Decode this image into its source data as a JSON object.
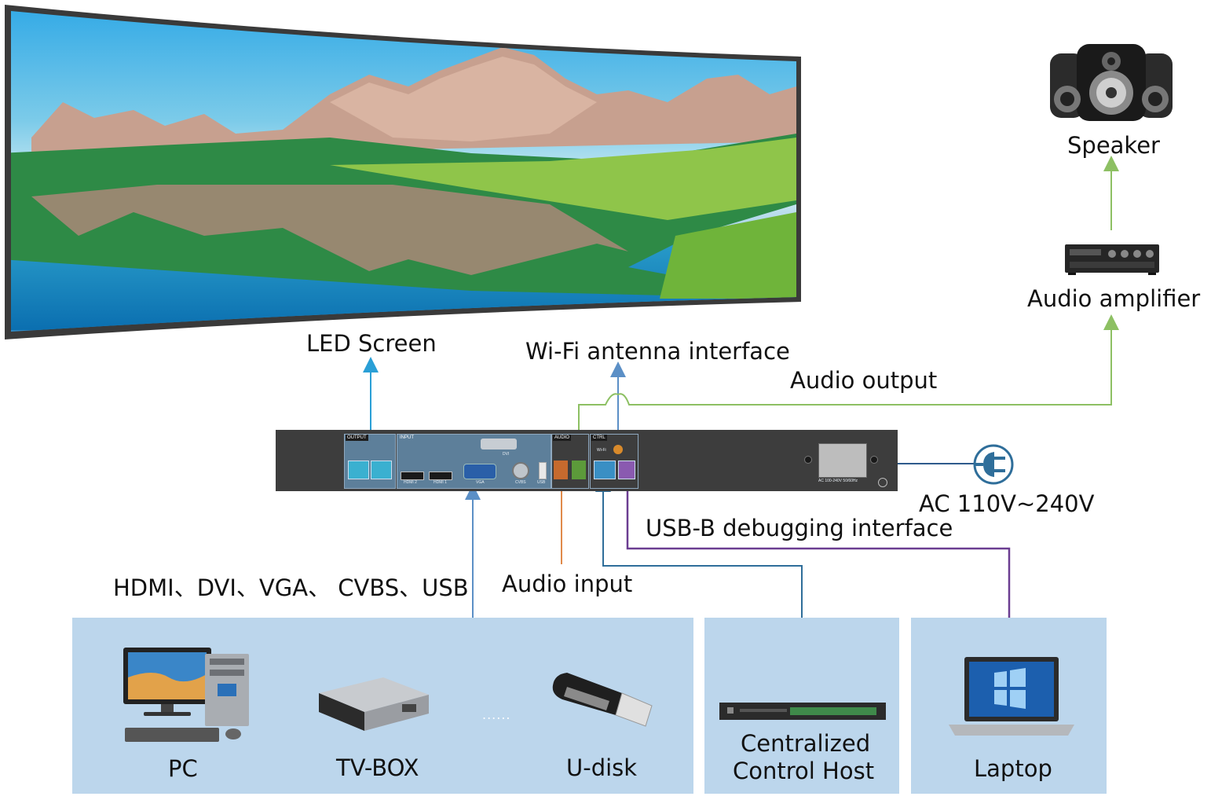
{
  "labels": {
    "led_screen": "LED Screen",
    "wifi_antenna": "Wi-Fi antenna interface",
    "audio_output": "Audio output",
    "speaker": "Speaker",
    "audio_amplifier": "Audio amplifier",
    "ac_power": "AC 110V~240V",
    "usb_b_debug": "USB-B debugging interface",
    "video_inputs": "HDMI、DVI、VGA、 CVBS、USB",
    "audio_input": "Audio input"
  },
  "devices": {
    "pc": "PC",
    "tv_box": "TV-BOX",
    "ellipsis": "......",
    "u_disk": "U-disk",
    "control_host_line1": "Centralized",
    "control_host_line2": "Control Host",
    "laptop": "Laptop"
  },
  "panel_tags": {
    "output": "OUTPUT",
    "input": "INPUT",
    "audio": "AUDIO",
    "ctrl": "CTRL",
    "dvi": "DVI",
    "hdmi2": "HDMI 2",
    "hdmi1": "HDMI 1",
    "vga": "VGA",
    "cvbs": "CVBS",
    "usb": "USB",
    "wifi": "Wi-Fi",
    "power_rating": "AC 100-240V 50/60Hz"
  },
  "colors": {
    "screen_link": "#2a9fd6",
    "wifi_link": "#5b8fc6",
    "audio_out_link": "#8dc063",
    "audio_in_link": "#e08a4a",
    "control_link": "#2f6e9a",
    "usb_link": "#6b3d91",
    "power_link": "#2f5b8c",
    "panel_bg": "#bcd6ec",
    "device_body": "#3d3d3d"
  }
}
